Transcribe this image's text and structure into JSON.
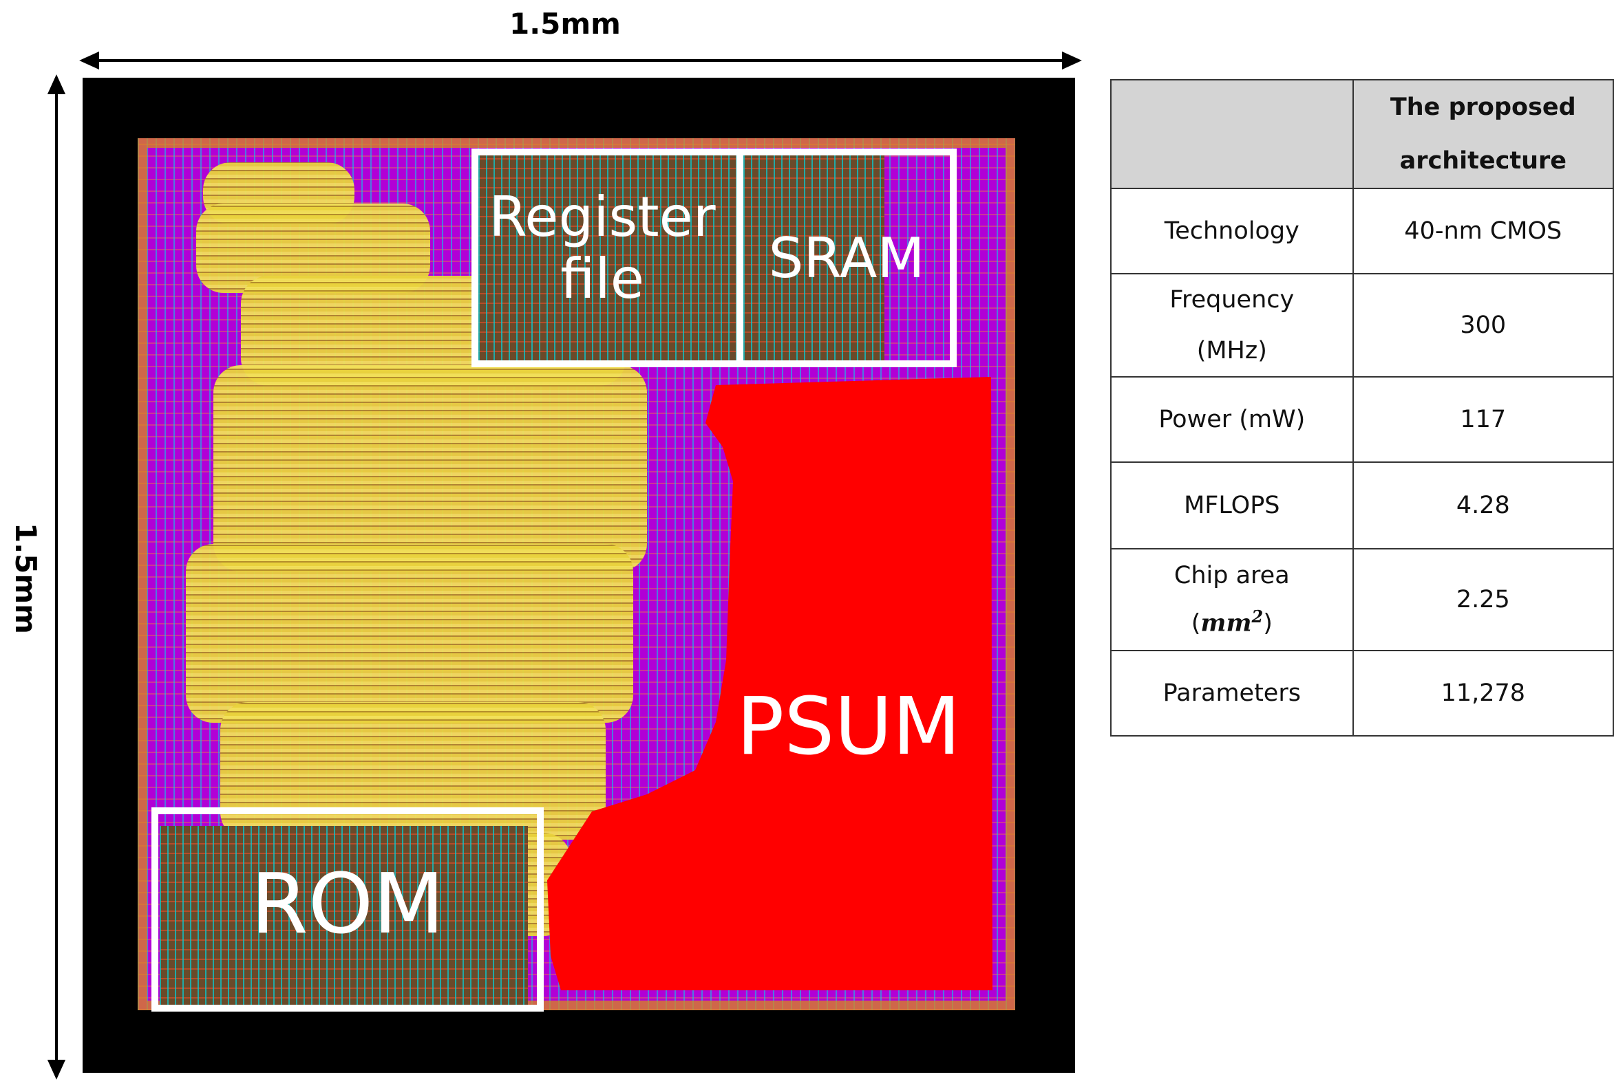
{
  "dimensions": {
    "width_label": "1.5mm",
    "height_label": "1.5mm"
  },
  "layout_blocks": {
    "register_file": {
      "line1": "Register",
      "line2": "file"
    },
    "sram": "SRAM",
    "rom": "ROM",
    "psum": "PSUM"
  },
  "colors": {
    "psum": "#ff0000",
    "standard_cells": "#e9d23c",
    "routing": "#b100d6",
    "box_outline": "#ffffff"
  },
  "spec_table": {
    "header": "The proposed architecture",
    "rows": [
      {
        "label": "Technology",
        "value": "40-nm CMOS"
      },
      {
        "label": "Frequency (MHz)",
        "value": "300"
      },
      {
        "label": "Power (mW)",
        "value": "117"
      },
      {
        "label": "MFLOPS",
        "value": "4.28"
      },
      {
        "label_main": "Chip area",
        "label_unit": "mm",
        "label_exp": "2",
        "value": "2.25"
      },
      {
        "label": "Parameters",
        "value": "11,278"
      }
    ]
  }
}
